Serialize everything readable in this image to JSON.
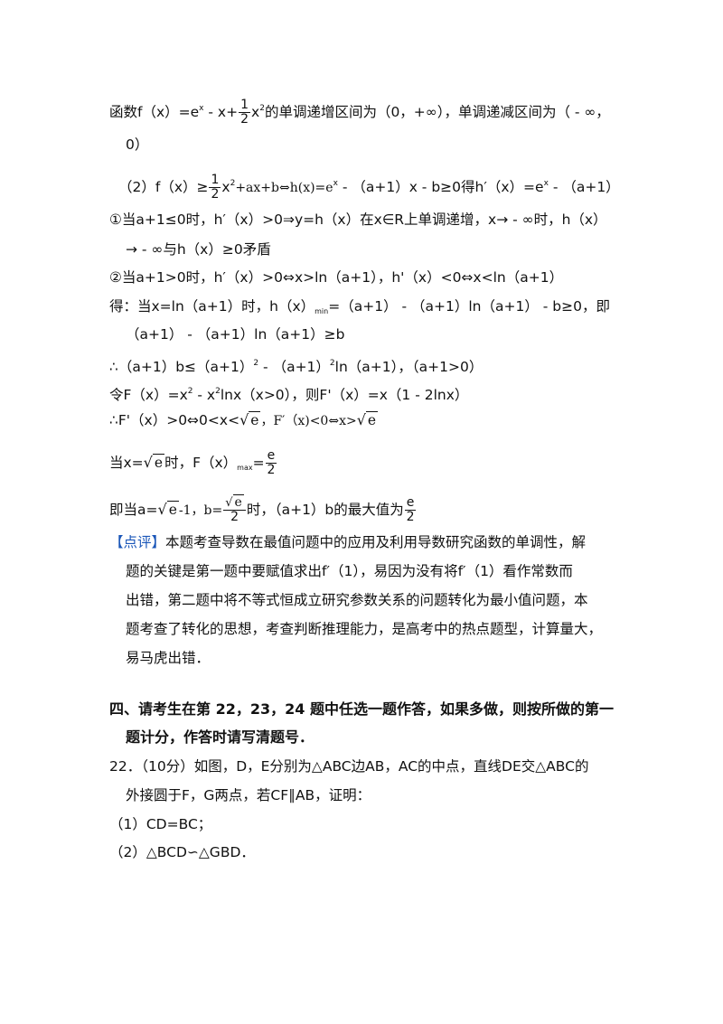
{
  "solution": {
    "l1_pre": "函数f（x）=e",
    "l1_exp": "x",
    "l1_mid": " - x+",
    "l1_frac_num": "1",
    "l1_frac_den": "2",
    "l1_x": "x",
    "l1_sup2": "2",
    "l1_post": "的单调递增区间为（0，+∞），单调递减区间为（ - ∞，",
    "l2": "0）",
    "l3_pre": "（2）f（x）≥",
    "l3_frac_num": "1",
    "l3_frac_den": "2",
    "l3_x": "x",
    "l3_sup2": "2",
    "l3_serif": "+ax+b⇔h(x)=e",
    "l3_sup_x": "x",
    "l3_post": " - （a+1）x - b≥0得h′（x）=e",
    "l3_sup_x2": "x",
    "l3_end": " - （a+1）",
    "l4": "①当a+1≤0时，h′（x）>0⇒y=h（x）在x∈R上单调递增，x→ - ∞时，h（x）",
    "l5": "→ - ∞与h（x）≥0矛盾",
    "l6": "②当a+1>0时，h′（x）>0⇔x>ln（a+1），h'（x）<0⇔x<ln（a+1）",
    "l7_pre": "得：当x=ln（a+1）时，h（x）",
    "l7_sub": "min",
    "l7_post": "=（a+1） - （a+1）ln（a+1） - b≥0，即",
    "l8": "（a+1） - （a+1）ln（a+1）≥b",
    "l9_pre": "∴（a+1）b≤（a+1）",
    "l9_sup1": "2",
    "l9_mid": " - （a+1）",
    "l9_sup2": "2",
    "l9_post": "ln（a+1），（a+1>0）",
    "l10_pre": "令F（x）=x",
    "l10_sup1": "2",
    "l10_mid": " - x",
    "l10_sup2": "2",
    "l10_post": "lnx（x>0），则F'（x）=x（1 - 2lnx）",
    "l11_pre": "∴F'（x）>0⇔0<x<",
    "l11_rad1": "e",
    "l11_mid": "，F′（x)<0⇔x>",
    "l11_rad2": "e",
    "l12_pre": "当x=",
    "l12_rad": "e",
    "l12_mid": "时，F（x）",
    "l12_sub": "max",
    "l12_eq": "=",
    "l12_frac_num": "e",
    "l12_frac_den": "2",
    "l13_pre": "即当a=",
    "l13_rad": "e",
    "l13_mid1": "-1，b=",
    "l13_frac_rad": "e",
    "l13_frac_den": "2",
    "l13_mid2": "时，（a+1）b的最大值为",
    "l13_frac2_num": "e",
    "l13_frac2_den": "2"
  },
  "comment": {
    "tag": "【点评】",
    "l1": "本题考查导数在最值问题中的应用及利用导数研究函数的单调性，解",
    "l2": "题的关键是第一题中要赋值求出f′（1），易因为没有将f′（1）看作常数而",
    "l3": "出错，第二题中将不等式恒成立研究参数关系的问题转化为最小值问题，本",
    "l4": "题考查了转化的思想，考查判断推理能力，是高考中的热点题型，计算量大，",
    "l5": "易马虎出错．"
  },
  "section": {
    "l1": "四、请考生在第 22，23，24 题中任选一题作答，如果多做，则按所做的第一",
    "l2": "题计分，作答时请写清题号．"
  },
  "problem": {
    "l1": "22．（10分）如图，D，E分别为△ABC边AB，AC的中点，直线DE交△ABC的",
    "l2": "外接圆于F，G两点，若CF∥AB，证明：",
    "l3": "（1）CD=BC；",
    "l4": "（2）△BCD∽△GBD．"
  },
  "colors": {
    "accent": "#1a56b8",
    "text": "#111111"
  }
}
